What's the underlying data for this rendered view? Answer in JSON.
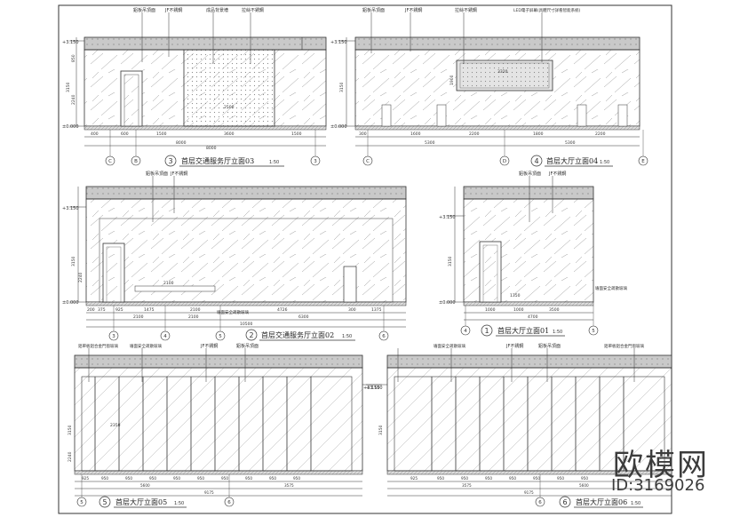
{
  "titles": {
    "e03": {
      "num": "3",
      "text": "首层交通服务厅立面03",
      "scale": "1:50"
    },
    "e04": {
      "num": "4",
      "text": "首层大厅立面04",
      "scale": "1:50"
    },
    "e02": {
      "num": "2",
      "text": "首层交通服务厅立面02",
      "scale": "1:50"
    },
    "e01": {
      "num": "1",
      "text": "首层大厅立面01",
      "scale": "1:50"
    },
    "e05": {
      "num": "5",
      "text": "首层大厅立面05",
      "scale": "1:50"
    },
    "e06": {
      "num": "6",
      "text": "首层大厅立面06",
      "scale": "1:50"
    }
  },
  "levels": {
    "top": "+3.150",
    "base": "±0.000"
  },
  "vdims": {
    "a": "850",
    "b": "3150",
    "c": "2240"
  },
  "notes": {
    "stone": "鋁板吊頂面",
    "ceiling": "JF不銹鋼",
    "stone2": "拉絲不銹鋼",
    "wallpaper": "成品背景墻",
    "led": "LED電子屏幕(具體尺寸詳看智能系統)",
    "fire": "墻面安全疏散玻璃",
    "door": "鋁單板鋁合金門窗玻璃"
  },
  "axes": {
    "e03": [
      "C",
      "B",
      "3"
    ],
    "e04": [
      "C",
      "D",
      "E"
    ],
    "e02": [
      "3",
      "4",
      "5",
      "6"
    ],
    "e01": [
      "4",
      "5"
    ],
    "e05": [
      "5",
      "6"
    ],
    "e06": [
      "6"
    ]
  },
  "dims": {
    "e03_row1": [
      "400",
      "600",
      "1500",
      "3600",
      "1500"
    ],
    "e03_row2": [
      "8000",
      "8000"
    ],
    "e04_row1": [
      "300",
      "1600",
      "2200",
      "1800",
      "2200"
    ],
    "e04_row2": [
      "5300",
      "5300"
    ],
    "e02_row1": [
      "200",
      "375",
      "925",
      "1475",
      "2100",
      "4726",
      "300",
      "1375"
    ],
    "e02_row2": [
      "2100",
      "2100",
      "6300"
    ],
    "e02_row3": [
      "10500"
    ],
    "e01_row1": [
      "1000",
      "1000",
      "3500"
    ],
    "e01_row2": [
      "4700"
    ],
    "e05_row1": [
      "925",
      "950",
      "950",
      "950",
      "950",
      "950",
      "950",
      "950",
      "950",
      "950"
    ],
    "e05_row2": [
      "5600",
      "3575"
    ],
    "e05_row3": [
      "9175"
    ],
    "e06_row1": [
      "925",
      "950",
      "950",
      "950",
      "950",
      "950",
      "950",
      "950"
    ],
    "e06_row2": [
      "3575",
      "5600"
    ],
    "e06_row3": [
      "9175"
    ]
  },
  "inner": {
    "e03_door": "2500",
    "e04_panel": "3320",
    "e04_h": "1900",
    "e02_w": "2100",
    "e01_h": "1350",
    "e05_h": "2350"
  },
  "watermark": {
    "brand": "欧模网",
    "id": "ID:3169026"
  }
}
